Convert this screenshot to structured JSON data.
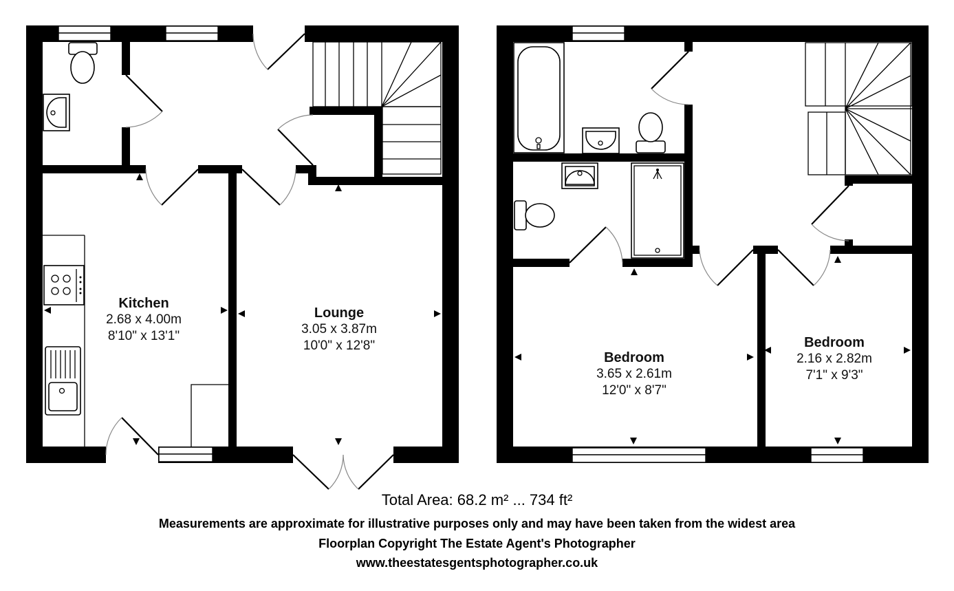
{
  "floorplan": {
    "ground_floor": {
      "rooms": [
        {
          "name": "Kitchen",
          "metric": "2.68 x 4.00m",
          "imperial": "8'10\" x 13'1\""
        },
        {
          "name": "Lounge",
          "metric": "3.05 x 3.87m",
          "imperial": "10'0\" x 12'8\""
        }
      ]
    },
    "first_floor": {
      "rooms": [
        {
          "name": "Bedroom",
          "metric": "3.65 x 2.61m",
          "imperial": "12'0\" x 8'7\""
        },
        {
          "name": "Bedroom",
          "metric": "2.16 x 2.82m",
          "imperial": "7'1\" x 9'3\""
        }
      ]
    },
    "colors": {
      "wall": "#000000",
      "background": "#ffffff",
      "door_arc": "#888888"
    }
  },
  "footer": {
    "total_area": "Total Area: 68.2 m² ... 734 ft²",
    "disclaimer": "Measurements are approximate for illustrative purposes only and may have been taken from the widest area",
    "copyright": "Floorplan Copyright The Estate Agent's Photographer",
    "website": "www.theestatesgentsphotographer.co.uk"
  }
}
